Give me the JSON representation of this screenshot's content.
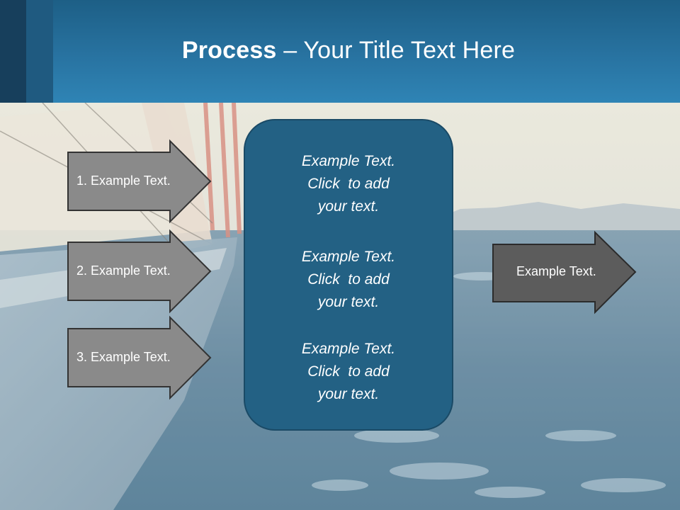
{
  "slide": {
    "title_bold": "Process",
    "title_rest": " – Your Title Text Here",
    "left_arrows": [
      {
        "label": "1. Example Text."
      },
      {
        "label": "2. Example Text."
      },
      {
        "label": "3. Example Text."
      }
    ],
    "center_blocks": [
      {
        "lines": [
          "Example Text.",
          "Click  to add",
          "your text."
        ]
      },
      {
        "lines": [
          "Example Text.",
          "Click  to add",
          "your text."
        ]
      },
      {
        "lines": [
          "Example Text.",
          "Click  to add",
          "your text."
        ]
      }
    ],
    "right_arrow": {
      "label": "Example Text."
    }
  },
  "colors": {
    "header": "#2873a1",
    "center_box": "#236184",
    "left_arrow_fill": "#8a8a8a",
    "right_arrow_fill": "#5c5c5c"
  }
}
